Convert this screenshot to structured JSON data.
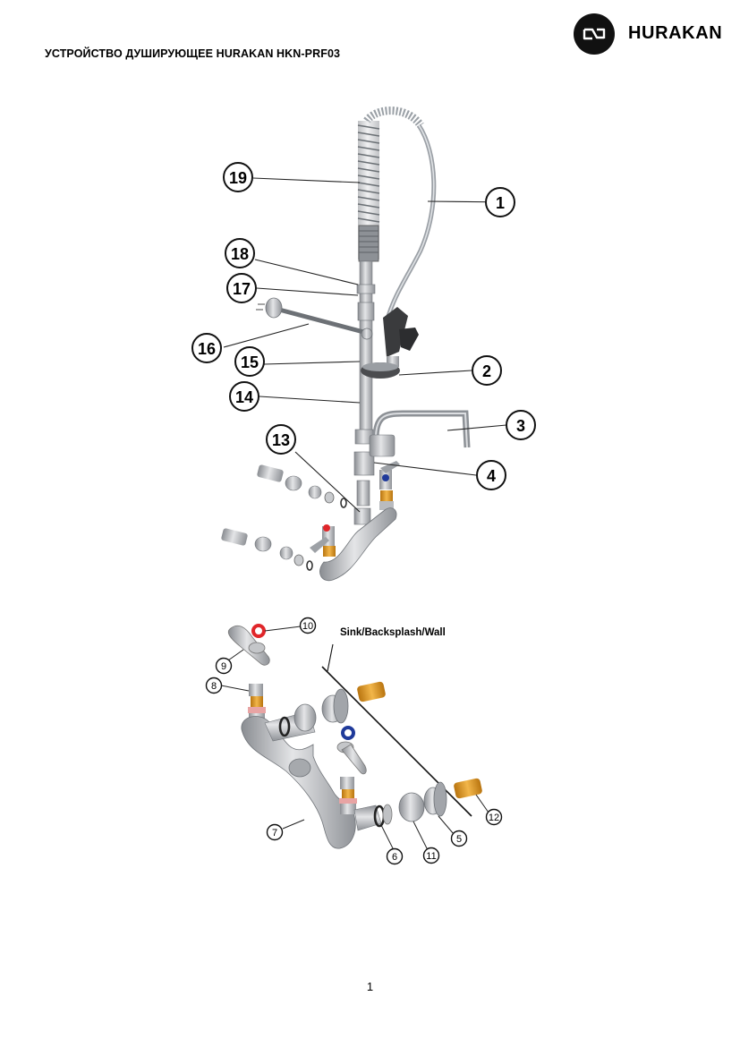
{
  "header": {
    "title": "УСТРОЙСТВО ДУШИРУЮЩЕЕ HURAKAN HKN-PRF03",
    "logo_text": "HURAKAN",
    "logo_icon": "infinity-icon"
  },
  "figure_upper": {
    "callouts": [
      "1",
      "2",
      "3",
      "4",
      "13",
      "14",
      "15",
      "16",
      "17",
      "18",
      "19"
    ]
  },
  "figure_lower": {
    "callouts": [
      "5",
      "6",
      "7",
      "8",
      "9",
      "10",
      "11",
      "12"
    ],
    "wall_label": "Sink/Backsplash/Wall"
  },
  "footer": {
    "page_number": "1"
  },
  "colors": {
    "metal": "#b9bbbf",
    "metal_dark": "#7e8186",
    "hot_marker": "#e0262a",
    "cold_marker": "#1f3a9a",
    "brass": "#d9921e"
  }
}
